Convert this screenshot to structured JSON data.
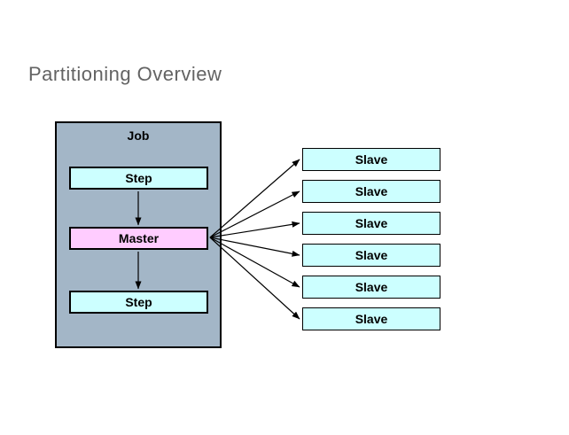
{
  "title": "Partitioning Overview",
  "colors": {
    "title_color": "#636363",
    "job_fill": "#a3b6c7",
    "step_fill": "#ccffff",
    "master_fill": "#ffccff",
    "outline": "#000000",
    "arrow": "#000000"
  },
  "diagram": {
    "job_label": "Job",
    "step_top_label": "Step",
    "master_label": "Master",
    "step_bottom_label": "Step",
    "slaves": [
      "Slave",
      "Slave",
      "Slave",
      "Slave",
      "Slave",
      "Slave"
    ]
  }
}
